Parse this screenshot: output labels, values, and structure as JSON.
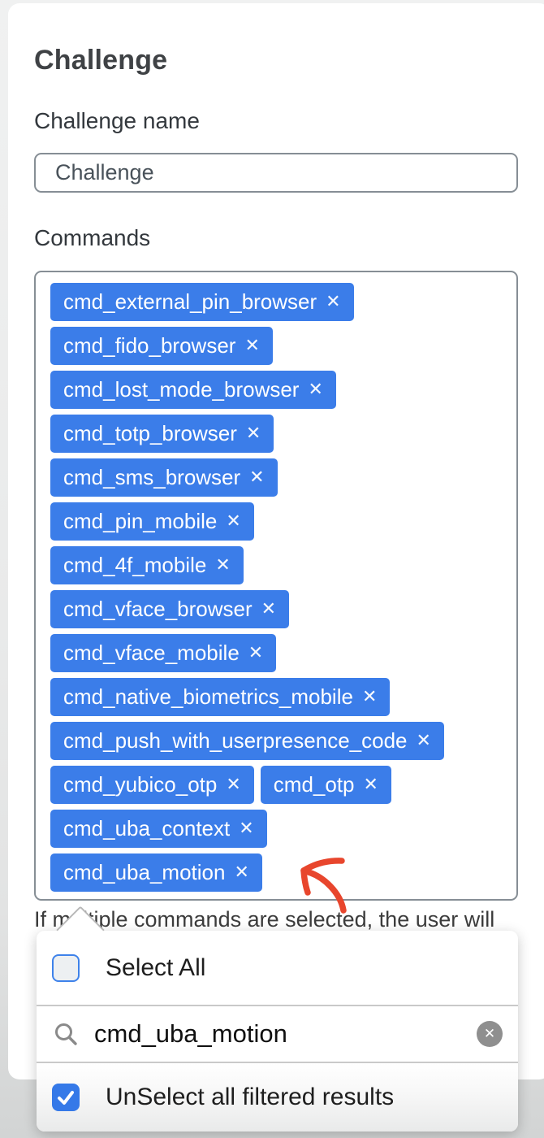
{
  "page": {
    "title": "Challenge",
    "helper_text": "If multiple commands are selected, the user will"
  },
  "challenge_name": {
    "label": "Challenge name",
    "value": "Challenge"
  },
  "commands": {
    "label": "Commands",
    "remove_icon": "✕",
    "chip_rows": [
      [
        "cmd_external_pin_browser"
      ],
      [
        "cmd_fido_browser"
      ],
      [
        "cmd_lost_mode_browser"
      ],
      [
        "cmd_totp_browser"
      ],
      [
        "cmd_sms_browser"
      ],
      [
        "cmd_pin_mobile"
      ],
      [
        "cmd_4f_mobile"
      ],
      [
        "cmd_vface_browser"
      ],
      [
        "cmd_vface_mobile"
      ],
      [
        "cmd_native_biometrics_mobile"
      ],
      [
        "cmd_push_with_userpresence_code"
      ],
      [
        "cmd_yubico_otp",
        "cmd_otp"
      ],
      [
        "cmd_uba_context"
      ],
      [
        "cmd_uba_motion"
      ]
    ]
  },
  "dropdown": {
    "select_all": {
      "label": "Select All",
      "checked": false
    },
    "search": {
      "value": "cmd_uba_motion",
      "icon": "magnifier-icon",
      "clear_icon": "✕"
    },
    "unselect_filtered": {
      "label": "UnSelect all filtered results",
      "checked": true
    }
  },
  "annotation": {
    "arrow_color": "#e8462d",
    "arrow_points_at": "cmd_uba_motion"
  },
  "colors": {
    "chip_blue": "#3b7de9",
    "checkbox_blue": "#3579e8",
    "border_gray": "#868e95",
    "page_bg": "#e9eaea"
  }
}
